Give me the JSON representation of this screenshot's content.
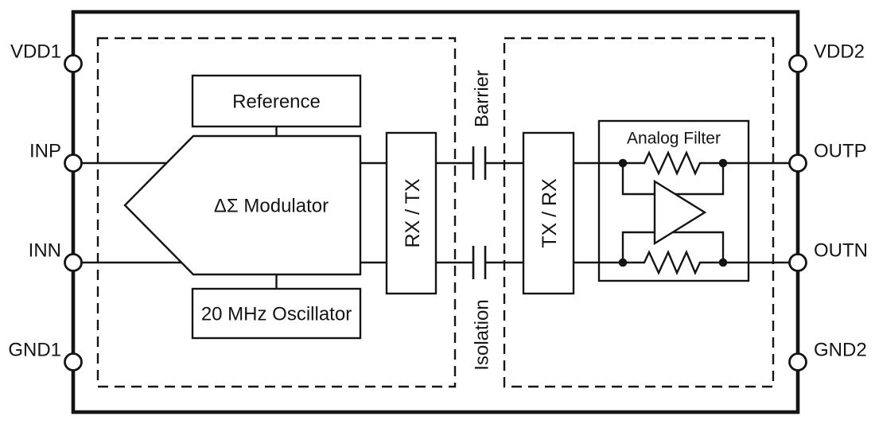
{
  "pins": {
    "left": [
      "VDD1",
      "INP",
      "INN",
      "GND1"
    ],
    "right": [
      "VDD2",
      "OUTP",
      "OUTN",
      "GND2"
    ]
  },
  "blocks": {
    "reference": "Reference",
    "modulator": "ΔΣ Modulator",
    "oscillator": "20 MHz Oscillator",
    "rx_tx": "RX / TX",
    "tx_rx": "TX / RX",
    "analog_filter": "Analog Filter"
  },
  "isolation_labels": {
    "barrier": "Barrier",
    "isolation": "Isolation"
  },
  "colors": {
    "line": "#141414",
    "background": "#ffffff"
  }
}
